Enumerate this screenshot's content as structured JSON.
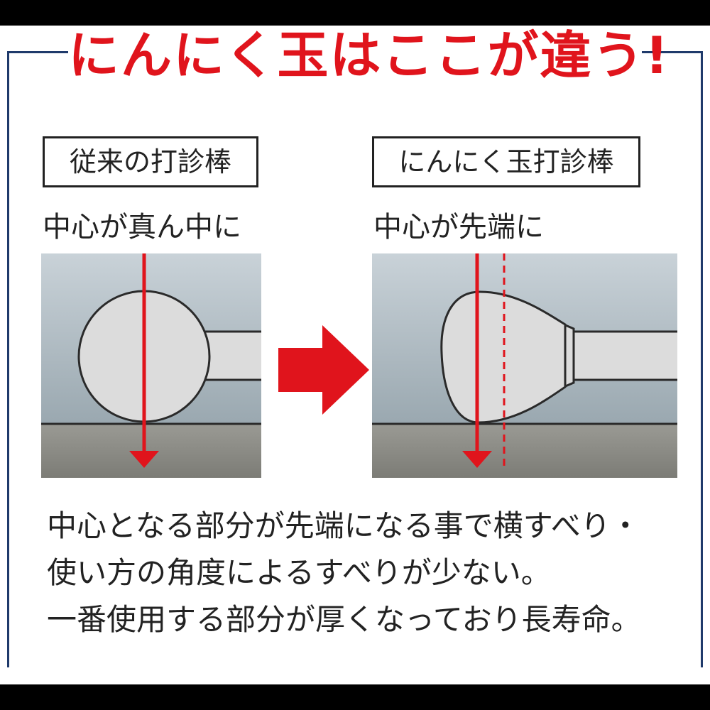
{
  "title": "にんにく玉はここが違う!",
  "left": {
    "label": "従来の打診棒",
    "caption": "中心が真ん中に"
  },
  "right": {
    "label": "にんにく玉打診棒",
    "caption": "中心が先端に"
  },
  "description": [
    "中心となる部分が先端になる事で横すべり・",
    "使い方の角度によるすべりが少ない。",
    "一番使用する部分が厚くなっており長寿命。"
  ],
  "colors": {
    "accent": "#e0141c",
    "frame": "#1f3a6b",
    "background_panel": "#b8c2c8",
    "ground": "#8a8a84",
    "tool_fill": "#dcdcdc",
    "outline": "#2a2a2a"
  },
  "icons": {
    "transition": "arrow-right-icon",
    "center_marker": "arrow-down-icon"
  }
}
